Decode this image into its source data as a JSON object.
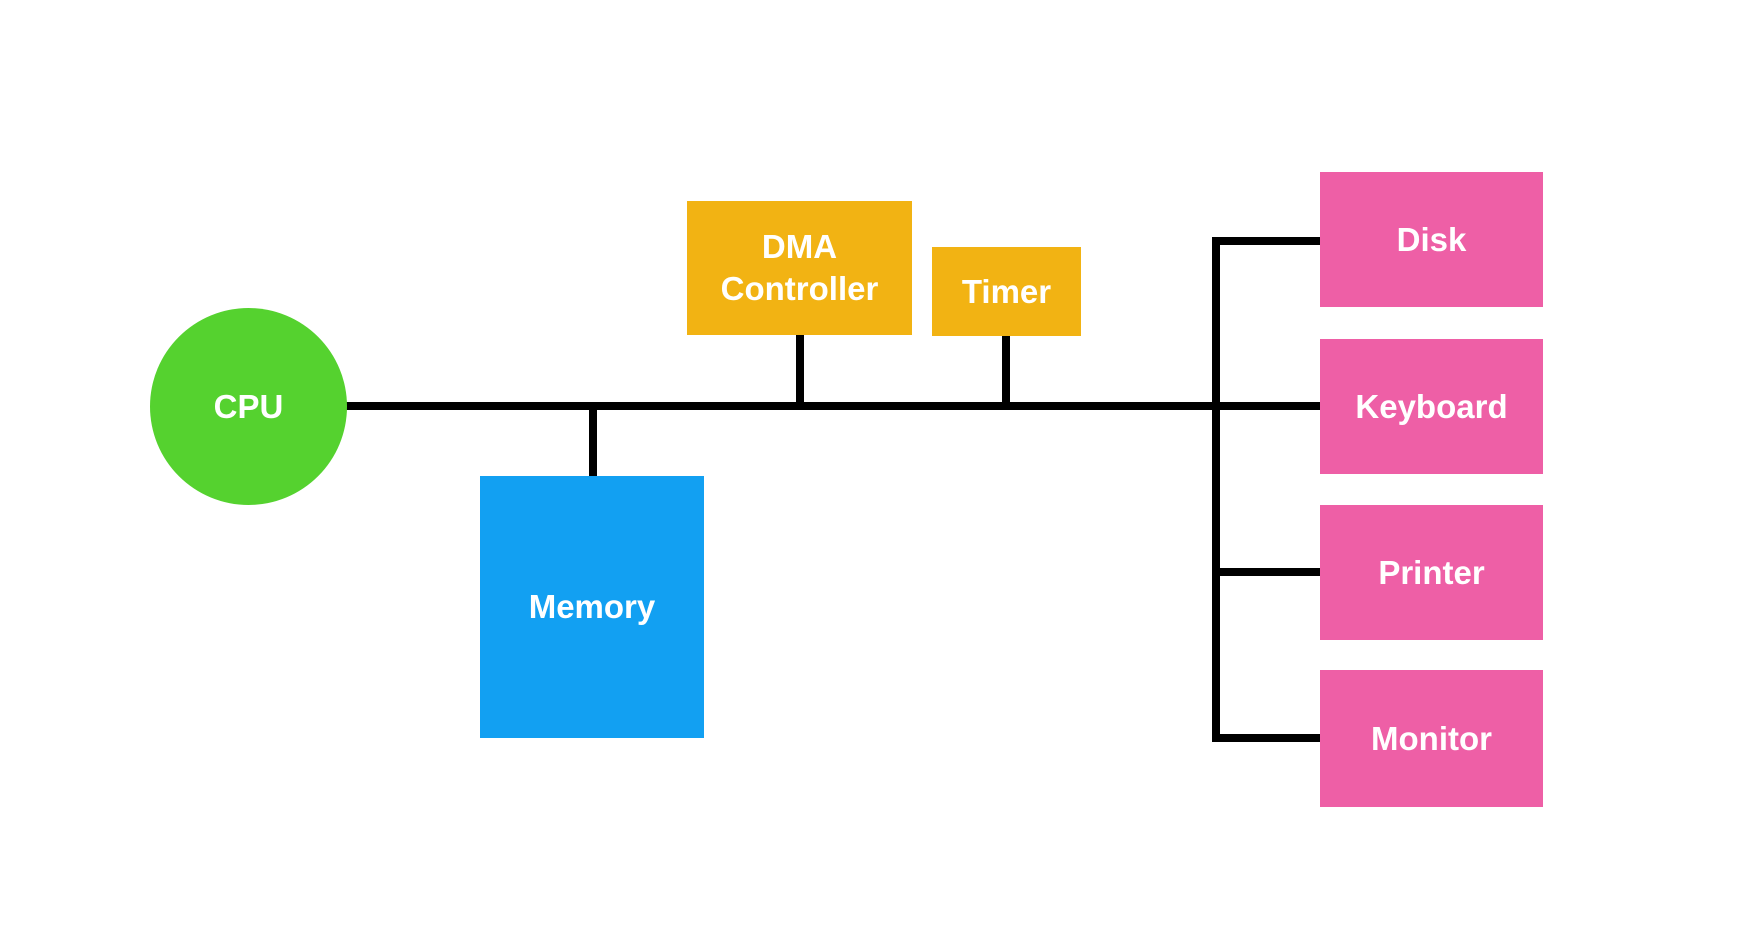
{
  "diagram": {
    "type": "system-bus-architecture",
    "background_color": "#ffffff",
    "line_color": "#000000",
    "text_color": "#ffffff",
    "nodes": {
      "cpu": {
        "label": "CPU",
        "shape": "circle",
        "color": "#55D22F"
      },
      "memory": {
        "label": "Memory",
        "shape": "rect",
        "color": "#12A0F2"
      },
      "dma": {
        "label": "DMA Controller",
        "shape": "rect",
        "color": "#F2B313"
      },
      "timer": {
        "label": "Timer",
        "shape": "rect",
        "color": "#F2B313"
      },
      "disk": {
        "label": "Disk",
        "shape": "rect",
        "color": "#EE5FA6"
      },
      "keyboard": {
        "label": "Keyboard",
        "shape": "rect",
        "color": "#EE5FA6"
      },
      "printer": {
        "label": "Printer",
        "shape": "rect",
        "color": "#EE5FA6"
      },
      "monitor": {
        "label": "Monitor",
        "shape": "rect",
        "color": "#EE5FA6"
      }
    },
    "edges": [
      {
        "from": "cpu",
        "to": "bus"
      },
      {
        "from": "memory",
        "to": "bus"
      },
      {
        "from": "dma",
        "to": "bus"
      },
      {
        "from": "timer",
        "to": "bus"
      },
      {
        "from": "bus",
        "to": "disk"
      },
      {
        "from": "bus",
        "to": "keyboard"
      },
      {
        "from": "bus",
        "to": "printer"
      },
      {
        "from": "bus",
        "to": "monitor"
      }
    ]
  }
}
